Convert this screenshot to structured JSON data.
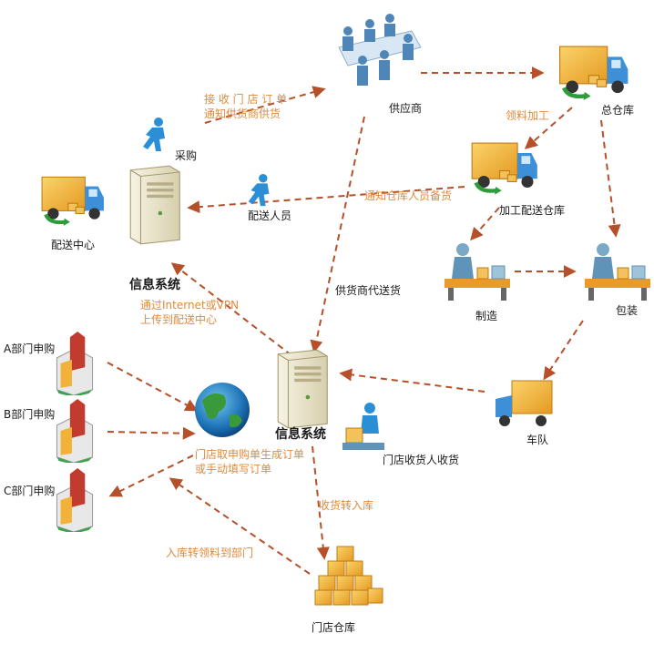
{
  "nodes": {
    "supplier": "供应商",
    "main_warehouse": "总仓库",
    "processing_warehouse": "加工配送仓库",
    "manufacturing": "制造",
    "packaging": "包装",
    "fleet": "车队",
    "store_receiver": "门店收货人收货",
    "store_warehouse": "门店仓库",
    "info_system_center": "信息系统",
    "info_system_store": "信息系统",
    "distribution_center": "配送中心",
    "purchasing": "采购",
    "delivery_staff": "配送人员",
    "dept_a": "A部门申购",
    "dept_b": "B部门申购",
    "dept_c": "C部门申购"
  },
  "annotations": {
    "receive_order": "接 收 门 店 订 单",
    "notify_supplier": "通知供货商供货",
    "material_processing": "领料加工",
    "notify_warehouse_staff": "通知仓库人员备货",
    "upload_line1": "通过Internet或VPN",
    "upload_line2": "上传到配送中心",
    "supplier_delivery": "供货商代送货",
    "store_order_line1": "门店取申购单生成订单",
    "store_order_line2": "或手动填写订单",
    "receive_into_stock": "收货转入库",
    "stock_to_dept": "入库转领料到部门"
  },
  "colors": {
    "arrow": "#b5502a",
    "annotation": "#e08a3c",
    "box": "#f2b23a",
    "person": "#2b8fd6",
    "truck": "#3d8fd8",
    "server": "#e9e3c8"
  }
}
